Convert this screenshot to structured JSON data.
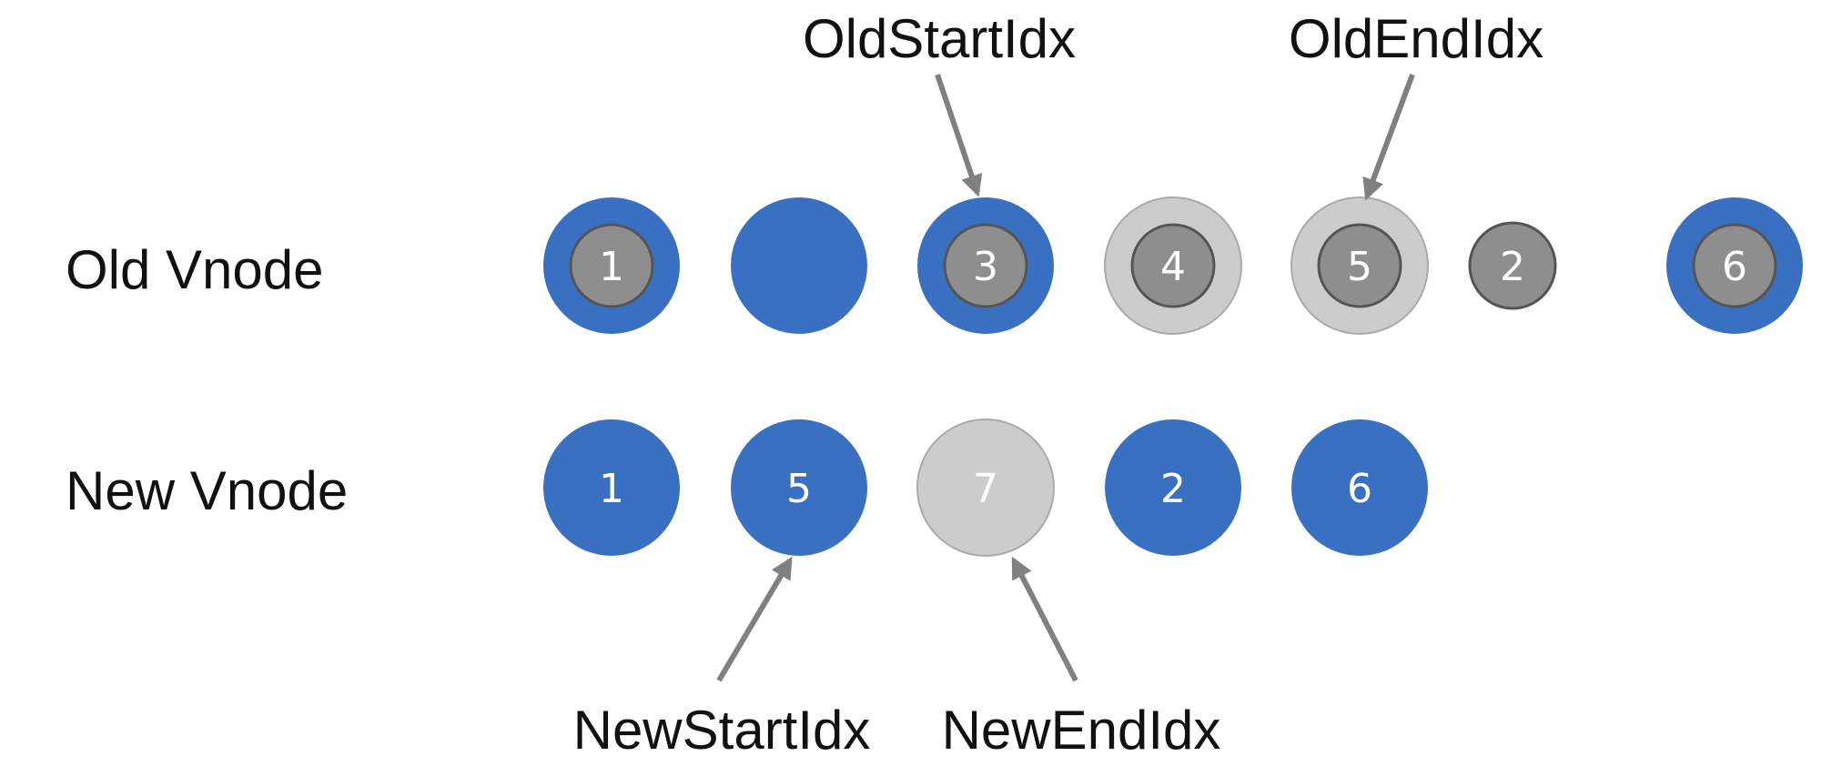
{
  "colors": {
    "blue": "#3a70c1",
    "light_gray": "#cccccc",
    "mid_gray": "#8e8e8e",
    "dark_stroke": "#555555",
    "arrow": "#808080"
  },
  "rows": {
    "old_label": "Old Vnode",
    "new_label": "New Vnode"
  },
  "pointers": {
    "old_start": "OldStartIdx",
    "old_end": "OldEndIdx",
    "new_start": "NewStartIdx",
    "new_end": "NewEndIdx"
  },
  "old_nodes": [
    {
      "text": "1",
      "outer": "blue",
      "inner": "gray"
    },
    {
      "text": "",
      "outer": "blue",
      "inner": "none"
    },
    {
      "text": "3",
      "outer": "blue",
      "inner": "gray"
    },
    {
      "text": "4",
      "outer": "light",
      "inner": "gray"
    },
    {
      "text": "5",
      "outer": "light",
      "inner": "gray"
    },
    {
      "text": "2",
      "outer": "none",
      "inner": "gray"
    },
    {
      "text": "6",
      "outer": "blue",
      "inner": "gray"
    }
  ],
  "new_nodes": [
    {
      "text": "1",
      "fill": "blue"
    },
    {
      "text": "5",
      "fill": "blue"
    },
    {
      "text": "7",
      "fill": "light"
    },
    {
      "text": "2",
      "fill": "blue"
    },
    {
      "text": "6",
      "fill": "blue"
    }
  ]
}
